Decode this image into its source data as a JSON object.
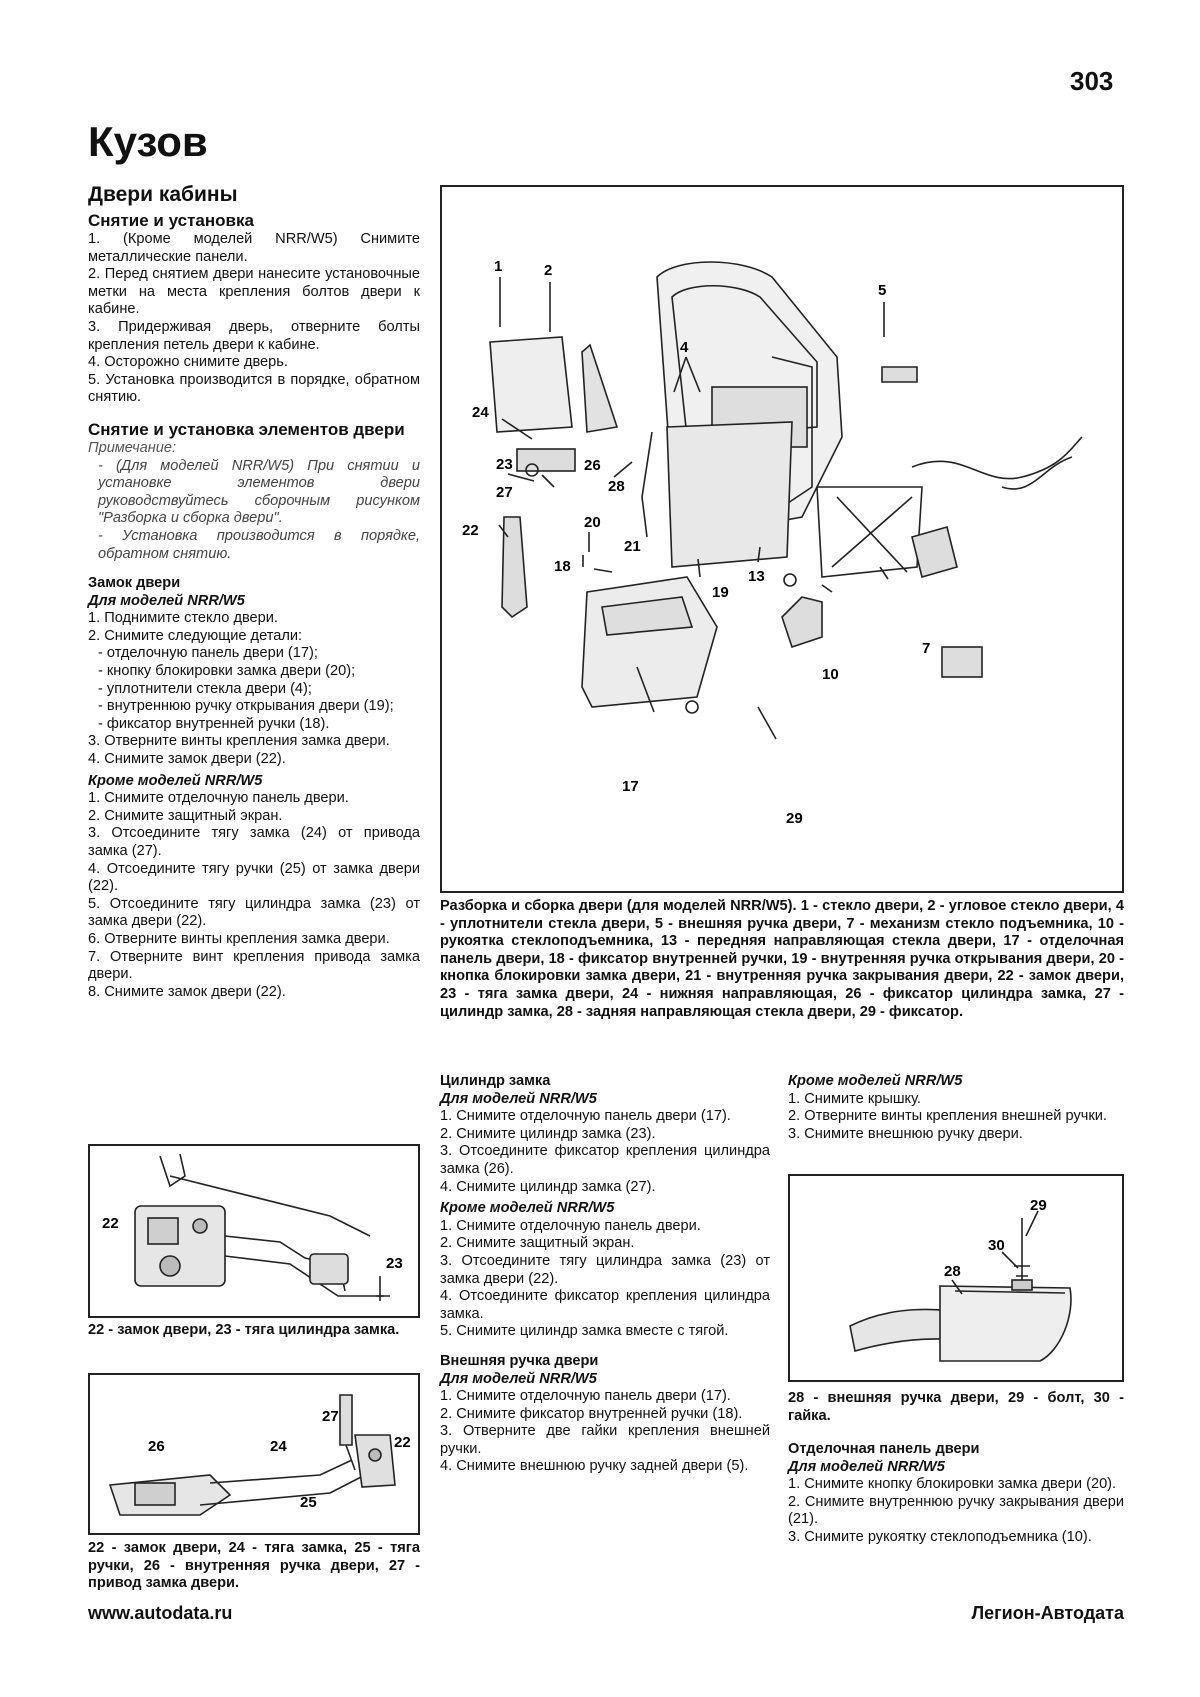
{
  "page_number": "303",
  "chapter_title": "Кузов",
  "left": {
    "section_title": "Двери кабины",
    "removal": {
      "title": "Снятие и установка",
      "steps": [
        "1. (Кроме моделей NRR/W5) Снимите металлические панели.",
        "2. Перед снятием двери нанесите установочные метки на места крепления болтов двери к кабине.",
        "3. Придерживая дверь, отверните болты крепления петель двери к кабине.",
        "4. Осторожно снимите дверь.",
        "5. Установка производится в порядке, обратном снятию."
      ]
    },
    "elements": {
      "title": "Снятие и установка элементов двери",
      "note_label": "Примечание:",
      "notes": [
        "- (Для моделей NRR/W5) При снятии и установке элементов двери руководствуйтесь сборочным рисунком \"Разборка и сборка двери\".",
        "- Установка производится в порядке, обратном снятию."
      ]
    },
    "lock": {
      "title": "Замок двери",
      "nrr_title": "Для моделей NRR/W5",
      "nrr_steps": [
        "1. Поднимите стекло двери.",
        "2. Снимите следующие детали:",
        "- отделочную панель двери (17);",
        "- кнопку блокировки замка двери (20);",
        "- уплотнители стекла двери (4);",
        "- внутреннюю ручку открывания двери (19);",
        "- фиксатор внутренней ручки (18).",
        "3. Отверните винты крепления замка двери.",
        "4. Снимите замок двери (22)."
      ],
      "other_title": "Кроме моделей NRR/W5",
      "other_steps": [
        "1. Снимите отделочную панель двери.",
        "2. Снимите защитный экран.",
        "3. Отсоедините тягу замка (24) от привода замка (27).",
        "4. Отсоедините тягу ручки (25) от замка двери (22).",
        "5. Отсоедините тягу цилиндра замка (23) от замка двери (22).",
        "6. Отверните винты крепления замка двери.",
        "7. Отверните винт крепления привода замка двери.",
        "8. Снимите замок двери (22)."
      ]
    },
    "fig1": {
      "labels": [
        "22",
        "23"
      ],
      "caption": "22 - замок двери, 23 - тяга цилиндра замка."
    },
    "fig2": {
      "labels": [
        "26",
        "24",
        "27",
        "22",
        "25"
      ],
      "caption": "22 - замок двери, 24 - тяга замка, 25 - тяга ручки, 26 - внутренняя ручка двери, 27 - привод замка двери."
    }
  },
  "main_figure": {
    "labels": [
      "1",
      "2",
      "4",
      "5",
      "24",
      "23",
      "26",
      "27",
      "28",
      "22",
      "20",
      "18",
      "21",
      "19",
      "13",
      "7",
      "10",
      "17",
      "29"
    ],
    "caption": "Разборка и сборка двери (для моделей NRR/W5). 1 - стекло двери, 2 - угловое стекло двери, 4 - уплотнители стекла двери, 5 - внешняя ручка двери, 7 - механизм стекло подъемника, 10 - рукоятка стеклоподъемника, 13 - передняя направляющая стекла двери, 17 - отделочная панель двери, 18 - фиксатор внутренней ручки, 19 - внутренняя ручка открывания двери, 20 - кнопка блокировки замка двери, 21 - внутренняя ручка закрывания двери, 22 - замок двери, 23 - тяга замка двери, 24 - нижняя направляющая, 26 - фиксатор цилиндра замка, 27 - цилиндр замка, 28 - задняя направляющая стекла двери, 29 - фиксатор."
  },
  "middle": {
    "cylinder": {
      "title": "Цилиндр замка",
      "nrr_title": "Для моделей NRR/W5",
      "nrr_steps": [
        "1. Снимите отделочную панель двери (17).",
        "2. Снимите цилиндр замка (23).",
        "3. Отсоедините фиксатор крепления цилиндра замка (26).",
        "4. Снимите цилиндр замка (27)."
      ],
      "other_title": "Кроме моделей NRR/W5",
      "other_steps": [
        "1. Снимите отделочную панель двери.",
        "2. Снимите защитный экран.",
        "3. Отсоедините тягу цилиндра замка (23) от замка двери (22).",
        "4. Отсоедините фиксатор крепления цилиндра замка.",
        "5. Снимите цилиндр замка вместе с тягой."
      ]
    },
    "outer_handle": {
      "title": "Внешняя ручка двери",
      "nrr_title": "Для моделей NRR/W5",
      "nrr_steps": [
        "1. Снимите отделочную панель двери (17).",
        "2. Снимите фиксатор внутренней ручки (18).",
        "3. Отверните две гайки крепления внешней ручки.",
        "4. Снимите внешнюю ручку задней двери (5)."
      ]
    }
  },
  "right": {
    "other_title": "Кроме моделей NRR/W5",
    "other_steps": [
      "1. Снимите крышку.",
      "2. Отверните винты крепления внешней ручки.",
      "3. Снимите внешнюю ручку двери."
    ],
    "fig3": {
      "labels": [
        "29",
        "30",
        "28"
      ],
      "caption": "28 - внешняя ручка двери, 29 - болт, 30 - гайка."
    },
    "trim": {
      "title": "Отделочная панель двери",
      "nrr_title": "Для моделей NRR/W5",
      "nrr_steps": [
        "1. Снимите кнопку блокировки замка двери (20).",
        "2. Снимите внутреннюю ручку закрывания двери (21).",
        "3. Снимите рукоятку стеклоподъемника (10)."
      ]
    }
  },
  "footer": {
    "website": "www.autodata.ru",
    "publisher": "Легион-Автодата"
  }
}
